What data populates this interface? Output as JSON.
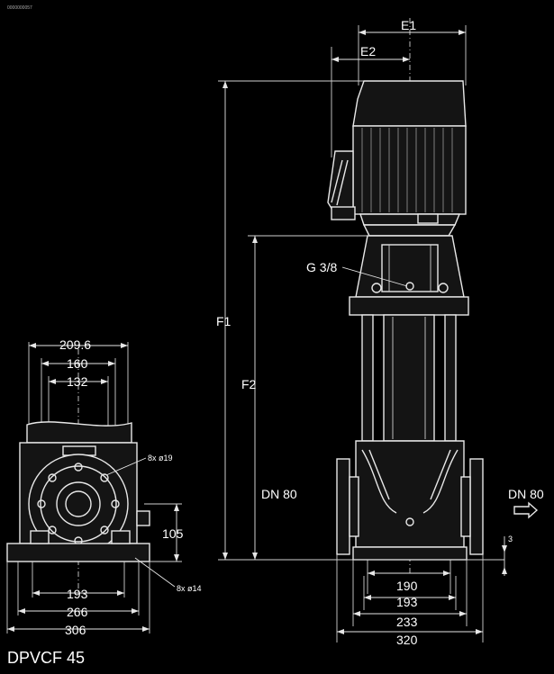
{
  "drawing_id": "0000000057",
  "model": "DPVCF 45",
  "front_view": {
    "dims_top": [
      "E1",
      "E2"
    ],
    "dims_vertical": [
      "F1",
      "F2"
    ],
    "gauge_port": "G 3/8",
    "inlet": "DN 80",
    "outlet": "DN 80",
    "small_offset": "3",
    "base_dims": [
      "190",
      "193",
      "233",
      "320"
    ]
  },
  "side_view": {
    "flange_dims": [
      "209.6",
      "160",
      "132"
    ],
    "bolt_holes_flange": "8x ø19",
    "height_dim": "105",
    "base_holes": "8x ø14",
    "base_dims": [
      "193",
      "266",
      "306"
    ]
  }
}
